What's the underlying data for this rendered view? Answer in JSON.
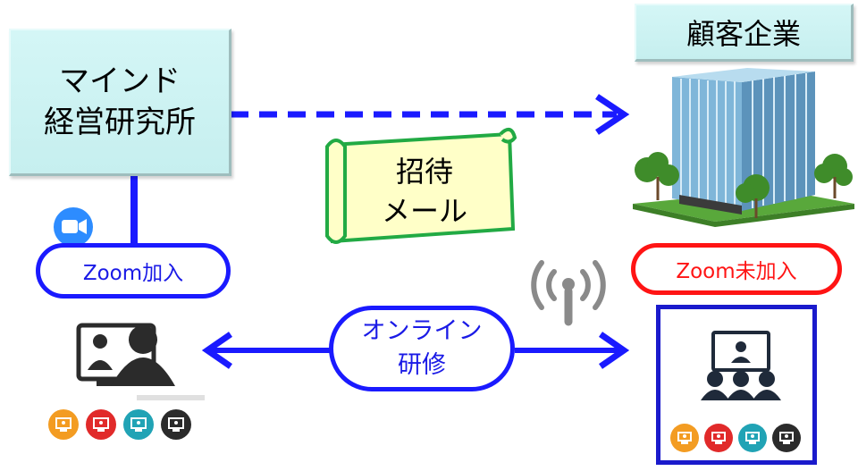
{
  "nodes": {
    "mind": {
      "line1": "マインド",
      "line2": "経営研究所"
    },
    "client": {
      "label": "顧客企業"
    },
    "invite": {
      "line1": "招待",
      "line2": "メール"
    },
    "zoom_joined": {
      "label": "Zoom加入"
    },
    "zoom_not_joined": {
      "label": "Zoom未加入"
    },
    "online_training": {
      "line1": "オンライン",
      "line2": "研修"
    }
  },
  "colors": {
    "box_fill": "#c6efef",
    "blue": "#1a1aff",
    "red": "#ff1414",
    "scroll_fill": "#ffffc8",
    "scroll_border": "#22aa44",
    "icon_orange": "#f39c22",
    "icon_red": "#e12a2a",
    "icon_teal": "#21a3b5",
    "icon_dark": "#2b2b2b",
    "zoom_blue": "#2d8cff"
  },
  "icons": {
    "zoom_logo": "zoom-camera-icon",
    "remote_worker": "remote-teacher-icon",
    "wireless": "wireless-signal-icon",
    "building": "office-building-icon",
    "classroom": "presentation-audience-icon"
  }
}
